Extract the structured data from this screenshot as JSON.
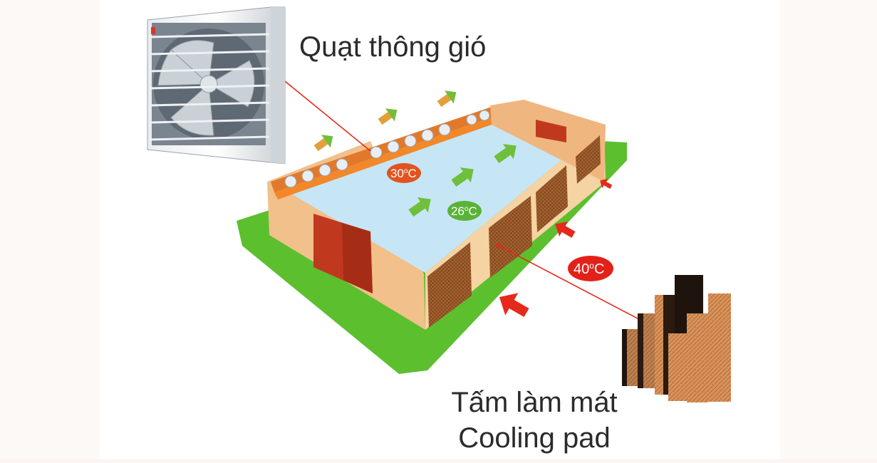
{
  "labels": {
    "fan": "Quạt thông gió",
    "pad_line1": "Tấm làm mát",
    "pad_line2": "Cooling pad"
  },
  "temperatures": [
    {
      "value": "30",
      "degree": "o",
      "unit": "C",
      "color": "#e1541f"
    },
    {
      "value": "26",
      "degree": "o",
      "unit": "C",
      "color": "#59b338"
    },
    {
      "value": "40",
      "degree": "o",
      "unit": "C",
      "color": "#e32119"
    }
  ],
  "colors": {
    "background": "#fbf6f3",
    "side_panel": "#ffffff",
    "grass": "#5cbf2e",
    "wall": "#f1c08b",
    "roof_inside": "#c6e6f6",
    "fan_strip": "#f2882a",
    "door": "#c0391f",
    "airflow_arrow": "#6fbf3c",
    "hot_air_arrow": "#e52a1b",
    "pad": "#d3854a",
    "pad_dark": "#2b1a10",
    "leader_line": "#e52a1b"
  },
  "icons": {
    "fan": "exhaust-fan-icon",
    "pad": "cooling-pad-icon",
    "airflow": "airflow-arrow-icon",
    "hot_air": "hot-air-arrow-icon"
  }
}
